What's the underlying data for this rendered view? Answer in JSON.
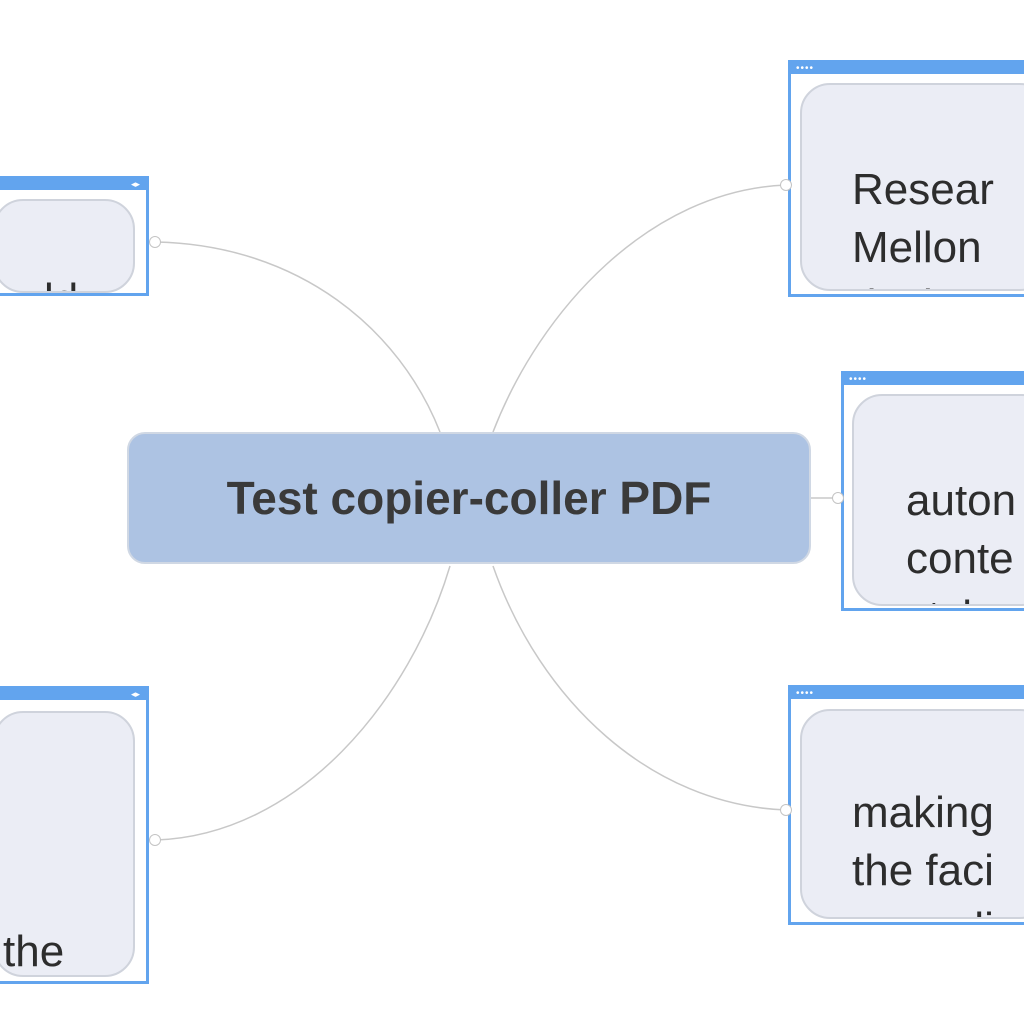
{
  "central_topic": "Test copier-coller PDF",
  "left_topics": [
    {
      "text": "ould."
    },
    {
      "text": "the"
    }
  ],
  "right_topics": [
    {
      "text": "Resear\nMellon\ndevisec"
    },
    {
      "text": "auton\nconte\nstyle"
    },
    {
      "text": "making\nthe faci\ncomedi"
    }
  ],
  "frame_controls": {
    "dots_glyph": "••••",
    "arrows_glyph": "◂▸"
  },
  "colors": {
    "central_fill": "#adc3e3",
    "frame_border": "#62a4ee",
    "topic_fill": "#ebedf5",
    "connector": "#c8c8c8"
  }
}
